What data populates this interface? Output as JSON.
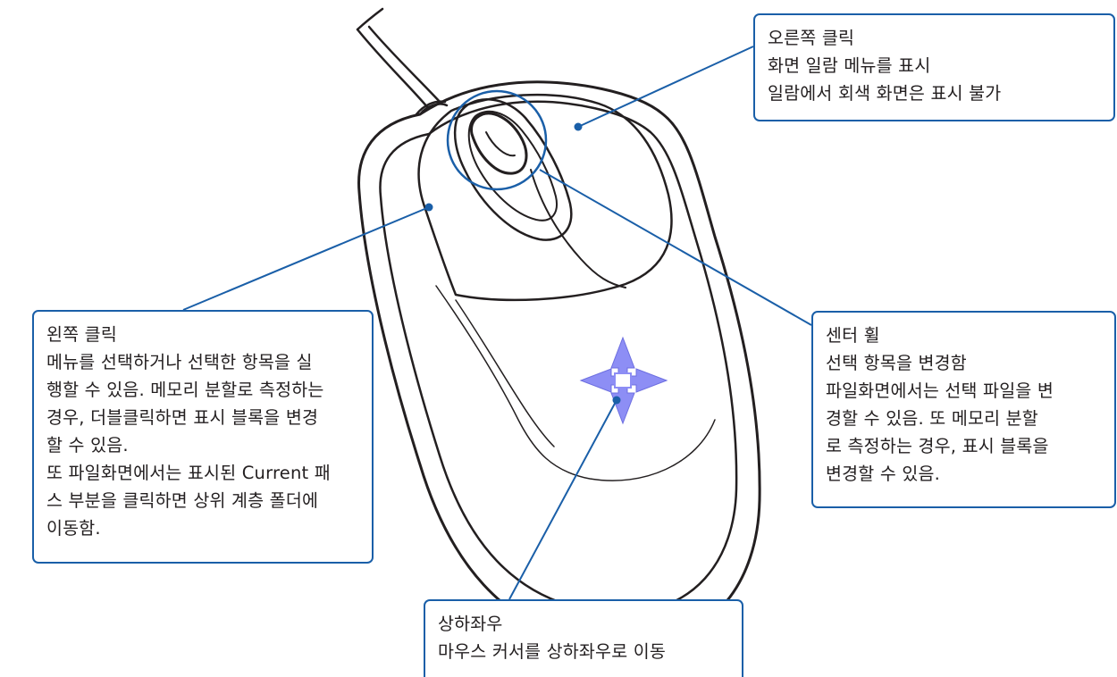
{
  "callouts": {
    "right_click": {
      "title": "오른쪽 클릭",
      "lines": [
        "화면 일람 메뉴를 표시",
        "일람에서 회색 화면은 표시 불가"
      ]
    },
    "left_click": {
      "title": "왼쪽 클릭",
      "lines": [
        "메뉴를 선택하거나 선택한 항목을 실",
        "행할 수 있음. 메모리 분할로 측정하는",
        "경우, 더블클릭하면 표시 블록을 변경",
        "할 수 있음.",
        "또 파일화면에서는 표시된 Current 패",
        "스 부분을 클릭하면 상위 계층 폴더에",
        "이동함."
      ]
    },
    "center_wheel": {
      "title": "센터 휠",
      "lines": [
        "선택 항목을 변경함",
        "파일화면에서는 선택 파일을 변",
        "경할 수 있음. 또 메모리 분할",
        "로 측정하는 경우, 표시 블록을",
        "변경할 수 있음."
      ]
    },
    "arrows": {
      "title": "상하좌우",
      "lines": [
        "마우스 커서를 상하좌우로 이동"
      ]
    }
  },
  "colors": {
    "callout_border": "#1a5fa8",
    "leader_line": "#1a5fa8",
    "mouse_outline": "#231f20",
    "arrow_fill": "#8d8ef5"
  },
  "icons": {
    "mouse": "mouse-illustration",
    "move": "four-way-arrow-icon"
  }
}
